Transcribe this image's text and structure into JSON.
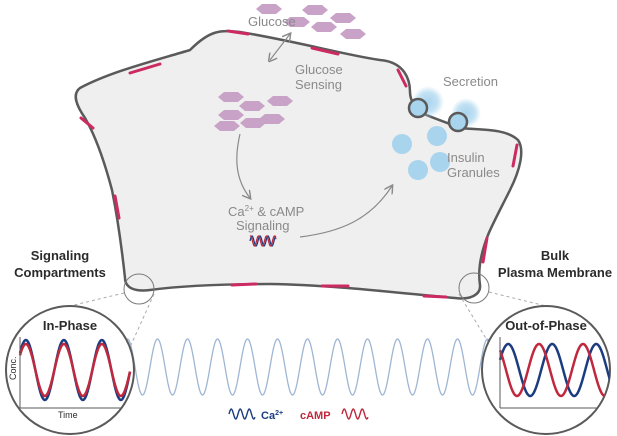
{
  "labels": {
    "glucose": "Glucose",
    "glucose_sensing_1": "Glucose",
    "glucose_sensing_2": "Sensing",
    "secretion": "Secretion",
    "insulin_1": "Insulin",
    "insulin_2": "Granules",
    "signaling_line1_base": "Ca",
    "signaling_line1_sup": "2+",
    "signaling_line1_rest": " & cAMP",
    "signaling_line2": "Signaling",
    "signaling_compartments_1": "Signaling",
    "signaling_compartments_2": "Compartments",
    "bulk_1": "Bulk",
    "bulk_2": "Plasma Membrane",
    "in_phase": "In-Phase",
    "out_of_phase": "Out-of-Phase",
    "conc_axis": "Conc.",
    "time_axis": "Time"
  },
  "legend": {
    "ca_base": "Ca",
    "ca_sup": "2+",
    "camp": "cAMP"
  },
  "colors": {
    "membrane": "#5a5a5a",
    "membrane_highlight": "#cc2a62",
    "cell_fill": "#efefef",
    "glucose": "#c9a3c7",
    "granule": "#a9d4ee",
    "ca_wave": "#1b3d80",
    "camp_wave": "#c0283e",
    "bulk_wave": "#9fb6d3"
  }
}
